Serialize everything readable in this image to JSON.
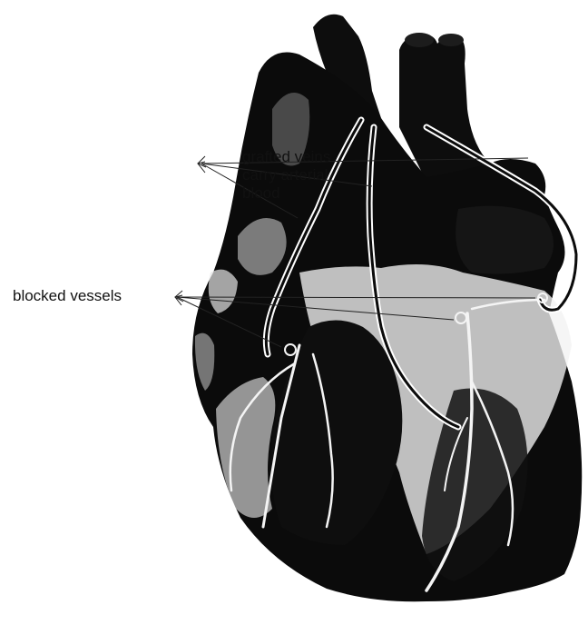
{
  "labels": {
    "grafted_line1": "grafted veins",
    "grafted_line2": "carry arterial",
    "grafted_line3": "blood",
    "blocked": "blocked vessels"
  },
  "colors": {
    "background": "#ffffff",
    "ink": "#111111",
    "highlight": "#f2f2f2"
  }
}
